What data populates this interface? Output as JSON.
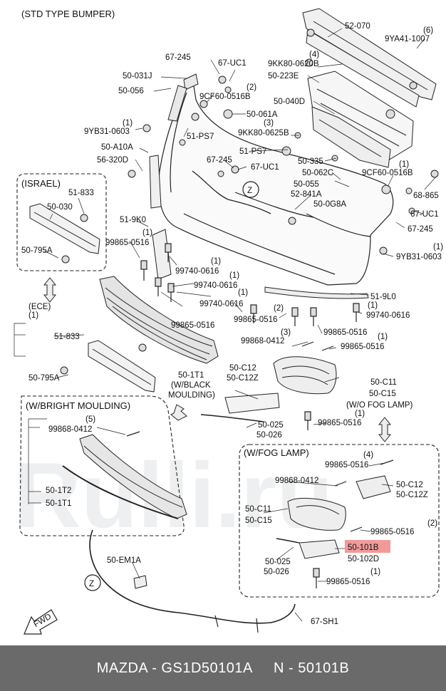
{
  "title": "(STD TYPE BUMPER)",
  "watermark": "Rulli.ru",
  "highlight_color": "#f29a9a",
  "footer_text": "MAZDA - GS1D50101A     N - 50101B",
  "section_headers": {
    "israel": "(ISRAEL)",
    "ece": "(ECE)",
    "bright": "(W/BRIGHT MOULDING)",
    "foglamp": "(W/FOG LAMP)",
    "black1": "(W/BLACK",
    "black2": "MOULDING)",
    "wofog": "(W/O FOG LAMP)"
  },
  "labels": [
    "52-070",
    "(6)",
    "9YA41-1007",
    "(4)",
    "9KK80-0620B",
    "50-223E",
    "67-245",
    "67-UC1",
    "50-031J",
    "50-056",
    "(2)",
    "9CF60-0516B",
    "50-040D",
    "50-061A",
    "(1)",
    "9YB31-0603",
    "51-PS7",
    "(3)",
    "9KK80-0625B",
    "50-A10A",
    "56-320D",
    "67-245",
    "51-PS7",
    "67-UC1",
    "50-335",
    "50-062C",
    "(1)",
    "9CF60-0516B",
    "50-055",
    "52-841A",
    "50-0G8A",
    "68-865",
    "67-UC1",
    "67-245",
    "51-833",
    "50-030",
    "50-795A",
    "51-9K0",
    "(1)",
    "99865-0516",
    "(1)",
    "9YB31-0603",
    "(1)",
    "99740-0616",
    "(1)",
    "99740-0616",
    "(1)",
    "99740-0616",
    "99865-0516",
    "51-9L0",
    "(1)",
    "99740-0616",
    "(2)",
    "99865-0516",
    "(3)",
    "99865-0516",
    "99868-0412",
    "(1)",
    "99865-0516",
    "(1)",
    "50-030",
    "51-833",
    "50-795A",
    "50-1T1",
    "50-C12",
    "50-C12Z",
    "50-C11",
    "50-C15",
    "(1)",
    "99865-0516",
    "50-025",
    "50-026",
    "(5)",
    "99868-0412",
    "50-1T2",
    "50-1T1",
    "(4)",
    "99865-0516",
    "99868-0412",
    "50-C12",
    "50-C12Z",
    "50-C11",
    "50-C15",
    "(2)",
    "99865-0516",
    "50-101B",
    "50-102D",
    "50-025",
    "50-026",
    "(1)",
    "99865-0516",
    "50-EM1A",
    "67-SH1",
    "Z",
    "Z",
    "FWD"
  ]
}
